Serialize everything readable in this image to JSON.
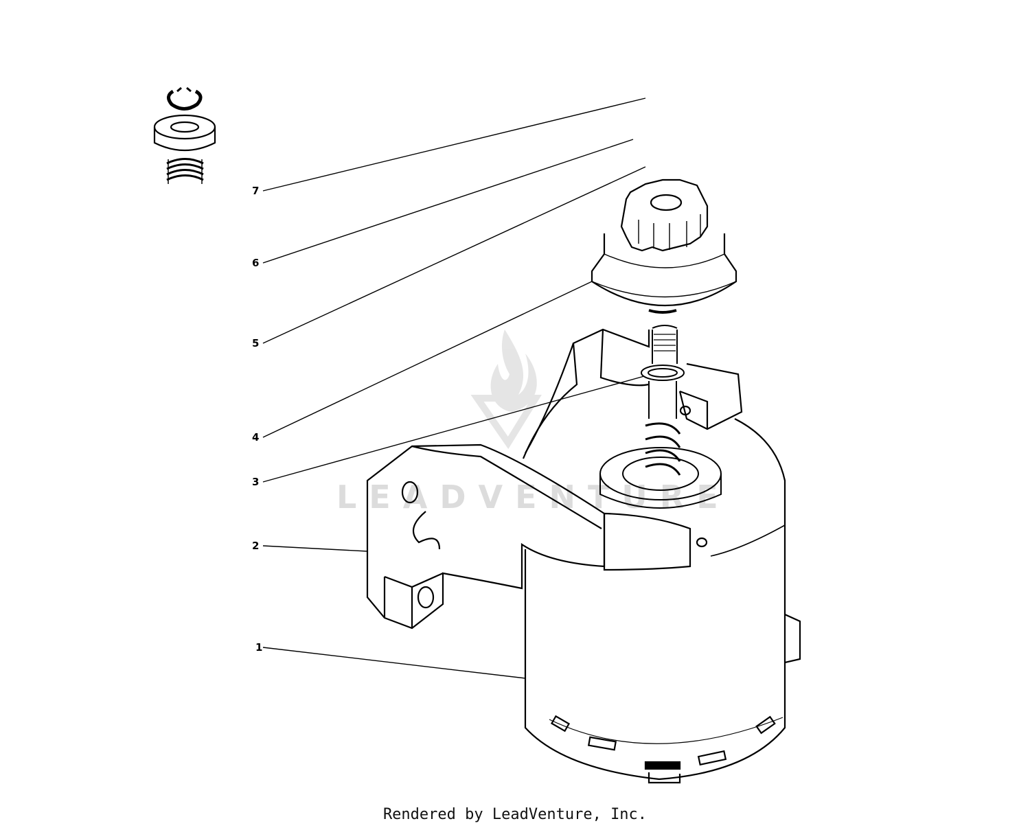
{
  "diagram": {
    "callouts": [
      {
        "label": "7"
      },
      {
        "label": "6"
      },
      {
        "label": "5"
      },
      {
        "label": "4"
      },
      {
        "label": "3"
      },
      {
        "label": "2"
      },
      {
        "label": "1"
      }
    ],
    "watermark": "LEADVENTURE"
  },
  "footer": {
    "credit": "Rendered by LeadVenture, Inc."
  }
}
